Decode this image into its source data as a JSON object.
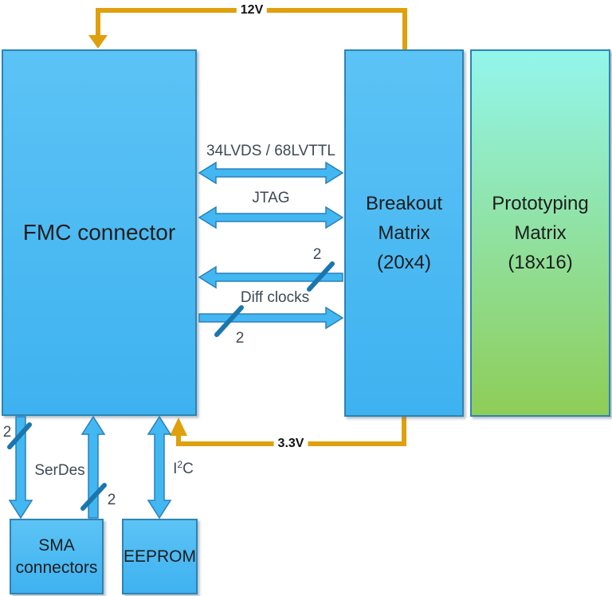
{
  "diagram": {
    "title_semantics": "FMC breakout board block diagram",
    "boxes": {
      "fmc": {
        "label": "FMC connector"
      },
      "breakout": {
        "lines": [
          "Breakout",
          "Matrix",
          "(20x4)"
        ]
      },
      "prototyping": {
        "lines": [
          "Prototyping",
          "Matrix",
          "(18x16)"
        ]
      },
      "sma": {
        "lines": [
          "SMA",
          "connectors"
        ]
      },
      "eeprom": {
        "label": "EEPROM"
      }
    },
    "power": {
      "v12": "12V",
      "v33": "3.3V"
    },
    "links": {
      "lvds": "34LVDS / 68LVTTL",
      "jtag": "JTAG",
      "diff_clocks": "Diff clocks",
      "serdes": "SerDes",
      "i2c": {
        "base": "I",
        "sup": "2",
        "tail": "C"
      },
      "bus_width_breakout_to_fmc": "2",
      "bus_width_fmc_to_breakout": "2",
      "bus_width_fmc_to_sma": "2",
      "bus_width_sma_to_fmc": "2"
    },
    "colors": {
      "box_blue": "#3eb2f0",
      "box_blue_light": "#5cc3f5",
      "box_border": "#2d84b4",
      "green_top": "#92f6ec",
      "green_bottom": "#8ecd57",
      "arrow_fill": "#42b7f2",
      "arrow_stroke": "#2a80b9",
      "slash": "#1b76ae",
      "orange": "#dfa00d",
      "label": "#3d4a55"
    }
  }
}
